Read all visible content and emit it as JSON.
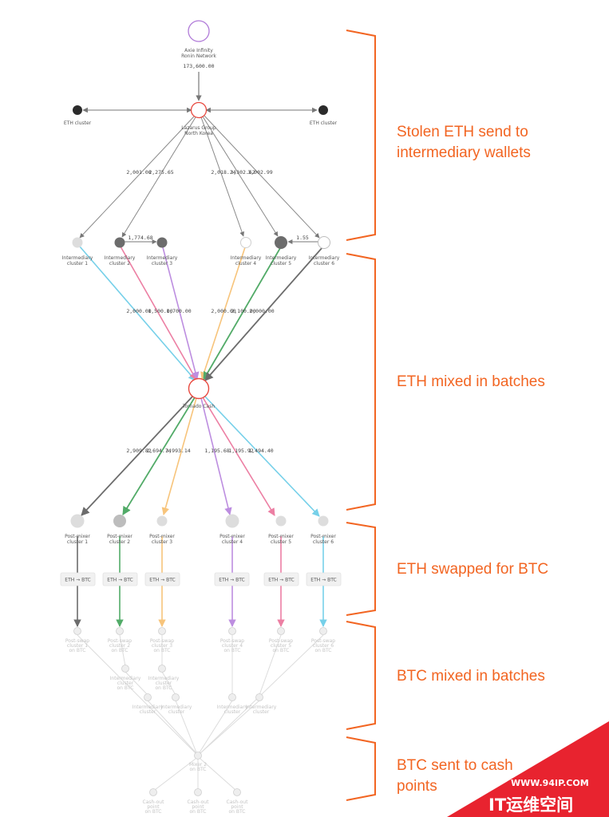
{
  "nodes": {
    "source": {
      "label_1": "Axie Infinity",
      "label_2": "Ronin Network",
      "amount": "173,600.00"
    },
    "lazarus": {
      "label_1": "Lazarus Group",
      "label_2": "North Korea"
    },
    "eth_cluster_left": {
      "label": "ETH cluster"
    },
    "eth_cluster_right": {
      "label": "ETH cluster"
    },
    "intermediary": [
      {
        "label_1": "Intermediary",
        "label_2": "cluster 1"
      },
      {
        "label_1": "Intermediary",
        "label_2": "cluster 2"
      },
      {
        "label_1": "Intermediary",
        "label_2": "cluster 3"
      },
      {
        "label_1": "Intermediary",
        "label_2": "cluster 4"
      },
      {
        "label_1": "Intermediary",
        "label_2": "cluster 5"
      },
      {
        "label_1": "Intermediary",
        "label_2": "cluster 6"
      }
    ],
    "tornado": {
      "label": "Tornado Cash"
    },
    "post_mixer": [
      {
        "label_1": "Post-mixer",
        "label_2": "cluster 1"
      },
      {
        "label_1": "Post-mixer",
        "label_2": "cluster 2"
      },
      {
        "label_1": "Post-mixer",
        "label_2": "cluster 3"
      },
      {
        "label_1": "Post-mixer",
        "label_2": "cluster 4"
      },
      {
        "label_1": "Post-mixer",
        "label_2": "cluster 5"
      },
      {
        "label_1": "Post-mixer",
        "label_2": "cluster 6"
      }
    ],
    "swap_label": "ETH → BTC",
    "btc_post_swap": [
      {
        "label_1": "Post-swap",
        "label_2": "cluster 1",
        "label_3": "on BTC"
      },
      {
        "label_1": "Post-swap",
        "label_2": "cluster 2",
        "label_3": "on BTC"
      },
      {
        "label_1": "Post-swap",
        "label_2": "cluster 3",
        "label_3": "on BTC"
      },
      {
        "label_1": "Post-swap",
        "label_2": "cluster 4",
        "label_3": "on BTC"
      },
      {
        "label_1": "Post-swap",
        "label_2": "cluster 5",
        "label_3": "on BTC"
      },
      {
        "label_1": "Post-swap",
        "label_2": "cluster 6",
        "label_3": "on BTC"
      }
    ],
    "btc_intermediary_upper": [
      {
        "label_1": "Intermediary",
        "label_2": "cluster",
        "label_3": "on BTC"
      },
      {
        "label_1": "Intermediary",
        "label_2": "cluster",
        "label_3": "on BTC"
      }
    ],
    "btc_intermediary_lower": [
      {
        "label_1": "Intermediary",
        "label_2": "cluster"
      },
      {
        "label_1": "Intermediary",
        "label_2": "cluster"
      },
      {
        "label_1": "Intermediary",
        "label_2": "cluster"
      },
      {
        "label_1": "Intermediary",
        "label_2": "cluster"
      }
    ],
    "btc_mixer": {
      "label_1": "Mixer 2",
      "label_2": "on BTC"
    },
    "cash_out": [
      {
        "label_1": "Cash-out",
        "label_2": "point",
        "label_3": "on BTC"
      },
      {
        "label_1": "Cash-out",
        "label_2": "point",
        "label_3": "on BTC"
      },
      {
        "label_1": "Cash-out",
        "label_2": "point",
        "label_3": "on BTC"
      }
    ]
  },
  "edge_labels": {
    "lazarus_to_intermediary": [
      "2,001.00",
      "2,275.65",
      "2,018.24",
      "3,302.62",
      "3,002.99"
    ],
    "inter2_to_inter3": "1,774.68",
    "inter6_to_inter5": "1.55",
    "intermediary_to_tornado": [
      "2,000.00",
      "1,500.00",
      "1,700.00",
      "2,000.00",
      "2,100.00",
      "2,000.00"
    ],
    "tornado_to_post_mixer": [
      "2,909.82",
      "2,694.74",
      "3,993.14",
      "1,195.68",
      "1,195.92",
      "1,494.40"
    ]
  },
  "stages": [
    {
      "line_1": "Stolen ETH send to",
      "line_2": "intermediary wallets"
    },
    {
      "line_1": "ETH mixed in batches",
      "line_2": ""
    },
    {
      "line_1": "ETH swapped for BTC",
      "line_2": ""
    },
    {
      "line_1": "BTC mixed in batches",
      "line_2": ""
    },
    {
      "line_1": "BTC sent to cash",
      "line_2": "points"
    }
  ],
  "colors": {
    "accent": "#f26522",
    "red_node": "#e8493f",
    "purple_node": "#b07ad8",
    "dark_node": "#2b2b2b",
    "cyan": "#76d0e9",
    "pink": "#ec7fa3",
    "lavender": "#bd8ee0",
    "peach": "#f7c47b",
    "green": "#52ab68",
    "dark_gray": "#6c6c6c",
    "faded": "#d2d2d2",
    "watermark_red": "#e8232f"
  },
  "watermark": {
    "url": "WWW.94IP.COM",
    "text": "IT运维空间"
  }
}
